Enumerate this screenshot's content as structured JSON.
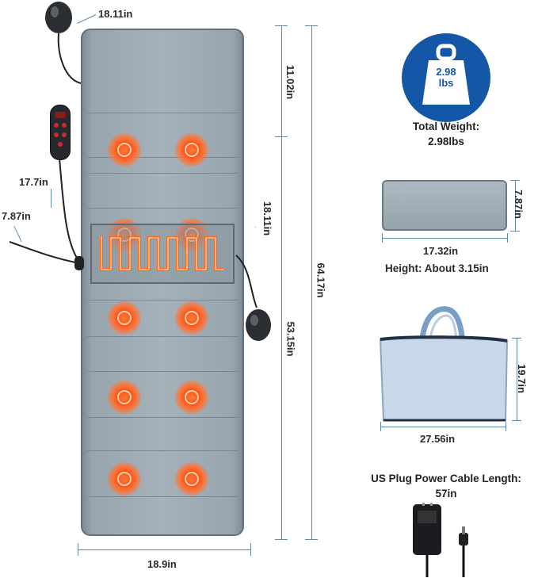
{
  "mat": {
    "top_width": "18.11in",
    "top_section": "11.02in",
    "heat_section": "18.11in",
    "remote_cable": "17.7in",
    "side_cable": "7.87in",
    "lower_section": "53.15in",
    "total_length": "64.17in",
    "bottom_width": "18.9in"
  },
  "weight": {
    "badge_value": "2.98",
    "badge_unit": "lbs",
    "caption_line1": "Total Weight:",
    "caption_line2": "2.98lbs"
  },
  "pillow": {
    "height_dim": "7.87in",
    "width_dim": "17.32in",
    "height_caption": "Height: About 3.15in"
  },
  "bag": {
    "height_dim": "19.7in",
    "width_dim": "27.56in"
  },
  "cable": {
    "caption_line1": "US Plug Power Cable Length:",
    "caption_line2": "57in"
  },
  "colors": {
    "accent": "#1457a6",
    "heat": "#ff4e12",
    "dimension_line": "#5f8aa6",
    "mat_fabric": "#a6b2ba"
  },
  "icons": [
    "weight-icon",
    "air-pump-icon",
    "remote-control-icon",
    "heating-coil-icon",
    "power-adapter-icon",
    "storage-bag-icon"
  ]
}
